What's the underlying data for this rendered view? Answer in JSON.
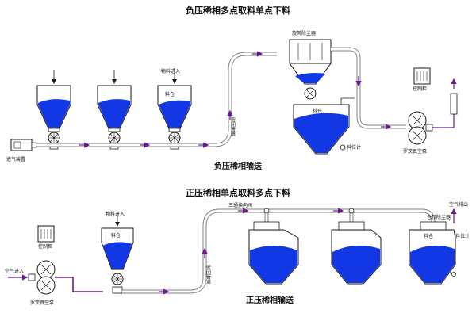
{
  "colors": {
    "material": "#1238e6",
    "pipe": "#7f7f7f",
    "flow_arrow": "#6a1a8a",
    "outline": "#1a1a1a",
    "background": "#ffffff"
  },
  "top": {
    "title": "负压稀相多点取料单点下料",
    "subtitle": "负压稀相输送",
    "labels": {
      "intake": "进气装置",
      "material_in": "物料进入",
      "bin": "料仓",
      "closed_pipe": "密闭管道",
      "cyclone": "旋风除尘器",
      "receiving_bin": "料仓",
      "level_meter": "料位计",
      "control_cabinet": "控制柜",
      "roots_pump": "罗茨真空泵"
    }
  },
  "bottom": {
    "title": "正压稀相单点取料多点下料",
    "subtitle": "正压稀相输送",
    "labels": {
      "control_cabinet": "控制柜",
      "air_in": "空气进入",
      "roots_pump": "罗茨真空泵",
      "material_in": "物料进入",
      "bin": "料仓",
      "closed_pipe": "密闭管道",
      "three_way_valve": "三通换向阀",
      "bag_filter": "仓顶除尘器",
      "air_out": "空气排出",
      "bin_right": "料仓",
      "level_meter": "料位计"
    }
  }
}
